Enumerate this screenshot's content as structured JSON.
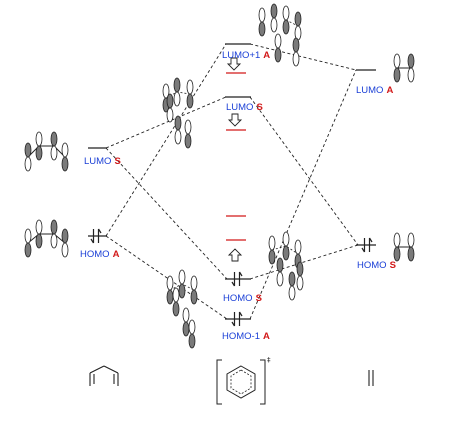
{
  "diagram": {
    "labels": {
      "butadiene_lumo": {
        "text": "LUMO",
        "sym": "S"
      },
      "butadiene_homo": {
        "text": "HOMO",
        "sym": "A"
      },
      "ts_lumo1": {
        "text": "LUMO+1",
        "sym": "A"
      },
      "ts_lumo": {
        "text": "LUMO",
        "sym": "S"
      },
      "ts_homo": {
        "text": "HOMO",
        "sym": "S"
      },
      "ts_homo1": {
        "text": "HOMO-1",
        "sym": "A"
      },
      "ethylene_lumo": {
        "text": "LUMO",
        "sym": "A"
      },
      "ethylene_homo": {
        "text": "HOMO",
        "sym": "S"
      }
    },
    "ts_marker": "‡",
    "colors": {
      "label": "#1a3fd6",
      "symmetry": "#d21919",
      "red_level": "#d21919",
      "lines": "#222222"
    }
  }
}
